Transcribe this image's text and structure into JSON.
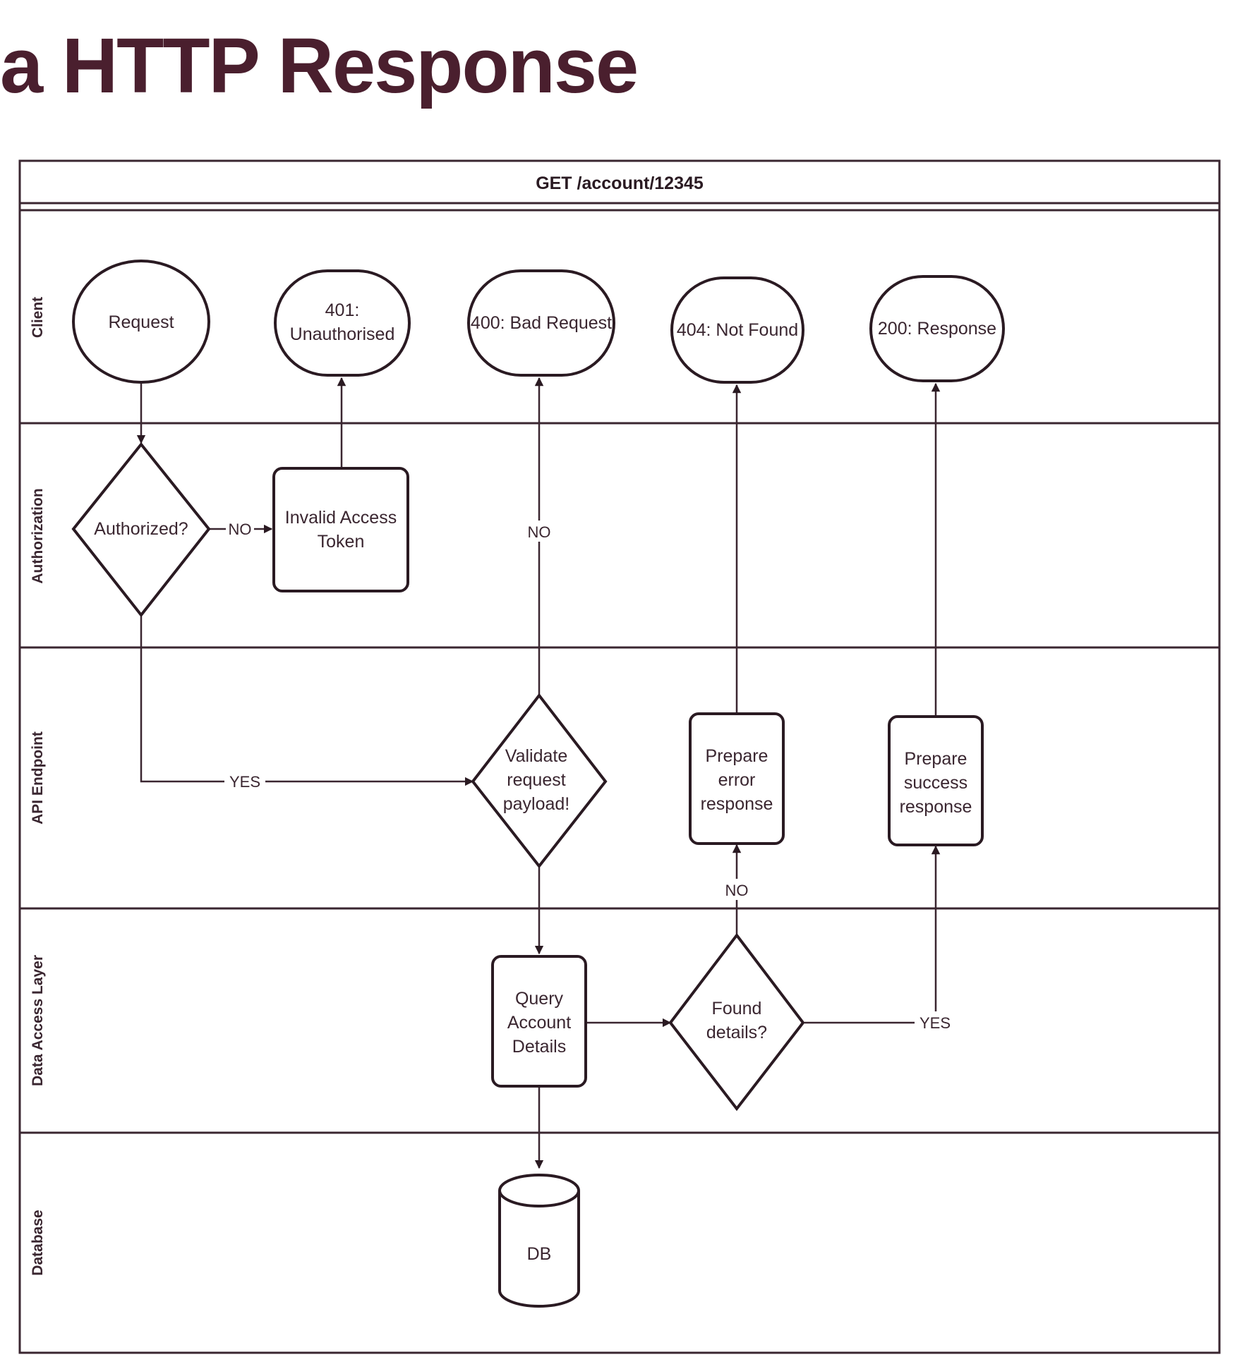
{
  "heading": "a HTTP Response",
  "diagram": {
    "title": "GET /account/12345",
    "lanes": [
      "Client",
      "Authorization",
      "API Endpoint",
      "Data Access Layer",
      "Database"
    ],
    "nodes": {
      "request": "Request",
      "unauthorised": [
        "401:",
        "Unauthorised"
      ],
      "bad_request": "400: Bad Request",
      "not_found": "404: Not Found",
      "response_200": "200: Response",
      "authorized": "Authorized?",
      "invalid_token": [
        "Invalid Access",
        "Token"
      ],
      "validate": [
        "Validate",
        "request",
        "payload!"
      ],
      "prepare_error": [
        "Prepare",
        "error",
        "response"
      ],
      "prepare_success": [
        "Prepare",
        "success",
        "response"
      ],
      "query": [
        "Query",
        "Account",
        "Details"
      ],
      "found": [
        "Found",
        "details?"
      ],
      "db": "DB"
    },
    "edge_labels": {
      "auth_no": "NO",
      "auth_yes": "YES",
      "validate_no": "NO",
      "found_no": "NO",
      "found_yes": "YES"
    }
  }
}
